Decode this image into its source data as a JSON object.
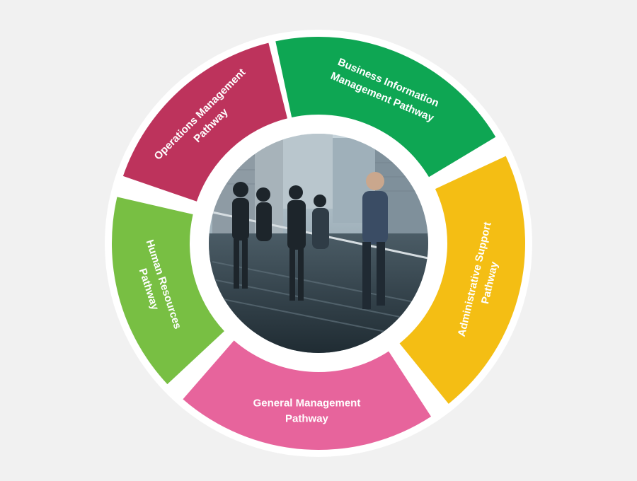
{
  "diagram": {
    "background": "#f1f1f1",
    "ring_color": "#ffffff",
    "segments": [
      {
        "id": "business-information",
        "lines": [
          "Business Information",
          "Management Pathway"
        ],
        "color": "#0ea653",
        "start_angle": -12,
        "end_angle": 59,
        "text_rotation": 23
      },
      {
        "id": "administrative-support",
        "lines": [
          "Administrative Support",
          "Pathway"
        ],
        "color": "#f4be14",
        "start_angle": 65,
        "end_angle": 141,
        "text_rotation": -77
      },
      {
        "id": "general-management",
        "lines": [
          "General Management",
          "Pathway"
        ],
        "color": "#e7649c",
        "start_angle": 147,
        "end_angle": 221,
        "text_rotation": 0
      },
      {
        "id": "human-resources",
        "lines": [
          "Human Resources",
          "Pathway"
        ],
        "color": "#78bf43",
        "start_angle": 227,
        "end_angle": 283,
        "text_rotation": 72
      },
      {
        "id": "operations-management",
        "lines": [
          "Operations Management",
          "Pathway"
        ],
        "color": "#bd335c",
        "start_angle": 289,
        "end_angle": 346,
        "text_rotation": -45
      }
    ],
    "center_photo": {
      "description_icon": "people-on-glass-staircase-photo"
    }
  }
}
